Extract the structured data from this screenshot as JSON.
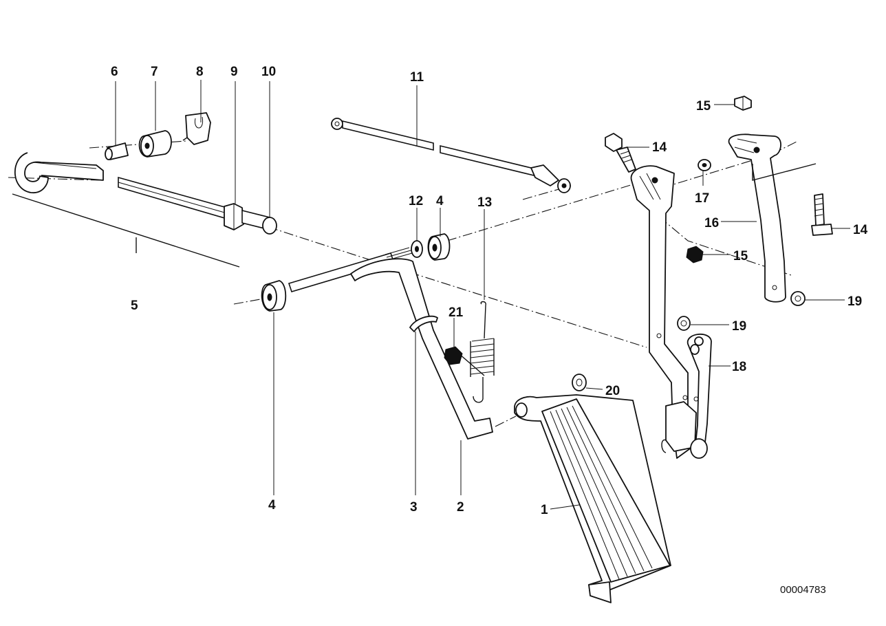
{
  "labels": {
    "p1": "1",
    "p2": "2",
    "p3": "3",
    "p4a": "4",
    "p4b": "4",
    "p5": "5",
    "p6": "6",
    "p7": "7",
    "p8": "8",
    "p9": "9",
    "p10": "10",
    "p11": "11",
    "p12": "12",
    "p13": "13",
    "p14a": "14",
    "p14b": "14",
    "p15a": "15",
    "p15b": "15",
    "p16": "16",
    "p17": "17",
    "p18": "18",
    "p19a": "19",
    "p19b": "19",
    "p20": "20",
    "p21": "21"
  },
  "drawing_number": "00004783"
}
